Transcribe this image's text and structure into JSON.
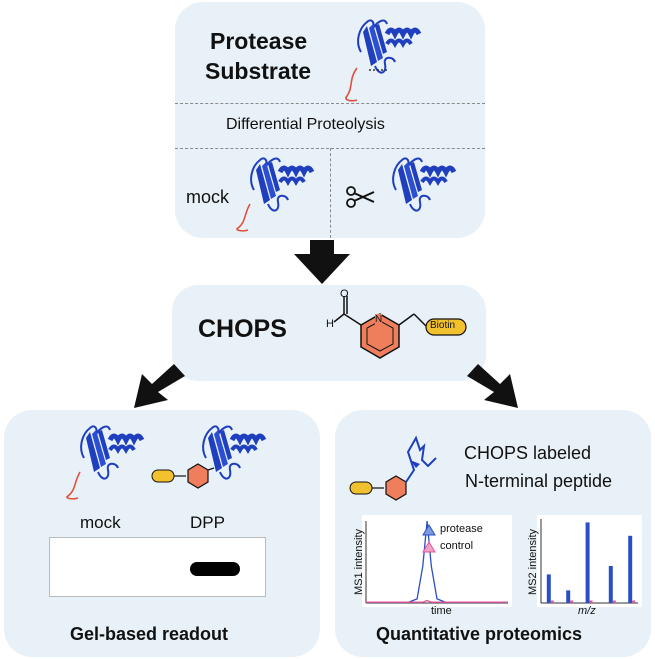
{
  "top_panel": {
    "title_line1": "Protease",
    "title_line2": "Substrate",
    "step_label": "Differential Proteolysis",
    "mock_label": "mock",
    "scissors_icon": "scissors-icon"
  },
  "chops_panel": {
    "title": "CHOPS",
    "aldehyde_h": "H",
    "aldehyde_o": "O",
    "ring_n": "N",
    "tag_label": "Biotin"
  },
  "gel_panel": {
    "lane1_label": "mock",
    "lane2_label": "DPP",
    "title": "Gel-based readout"
  },
  "proteomics_panel": {
    "label_line1": "CHOPS labeled",
    "label_line2": "N-terminal peptide",
    "title": "Quantitative proteomics",
    "ms1_ylabel": "MS1 intensity",
    "ms1_xlabel": "time",
    "legend_protease": "protease",
    "legend_control": "control",
    "ms2_ylabel": "MS2 intensity",
    "ms2_xlabel": "m/z"
  },
  "chart_data": [
    {
      "type": "line",
      "ylabel": "MS1 intensity",
      "xlabel": "time",
      "legend": "top-right",
      "series": [
        {
          "name": "protease",
          "color": "#2a4fc4",
          "x": [
            0,
            0.3,
            0.36,
            0.4,
            0.43,
            0.46,
            0.5,
            0.56,
            1.0
          ],
          "y": [
            0.01,
            0.01,
            0.05,
            0.45,
            1.0,
            0.45,
            0.05,
            0.01,
            0.01
          ]
        },
        {
          "name": "control",
          "color": "#e0569a",
          "x": [
            0,
            0.4,
            0.43,
            0.46,
            1.0
          ],
          "y": [
            0.01,
            0.01,
            0.03,
            0.01,
            0.01
          ]
        }
      ]
    },
    {
      "type": "bar",
      "ylabel": "MS2 intensity",
      "xlabel": "m/z",
      "x": [
        0.08,
        0.28,
        0.48,
        0.72,
        0.92
      ],
      "series": [
        {
          "name": "protease",
          "color": "#2a4fc4",
          "values": [
            0.34,
            0.15,
            0.96,
            0.44,
            0.8
          ]
        },
        {
          "name": "control",
          "color": "#e0569a",
          "values": [
            0.03,
            0.03,
            0.03,
            0.03,
            0.03
          ]
        }
      ]
    }
  ],
  "colors": {
    "panel": "#e8f1f7",
    "protein": "#1f3fbf",
    "tail": "#e2503c",
    "ring": "#ef7f5c",
    "tag": "#f2c12e",
    "protease": "#2a4fc4",
    "control": "#e0569a"
  }
}
